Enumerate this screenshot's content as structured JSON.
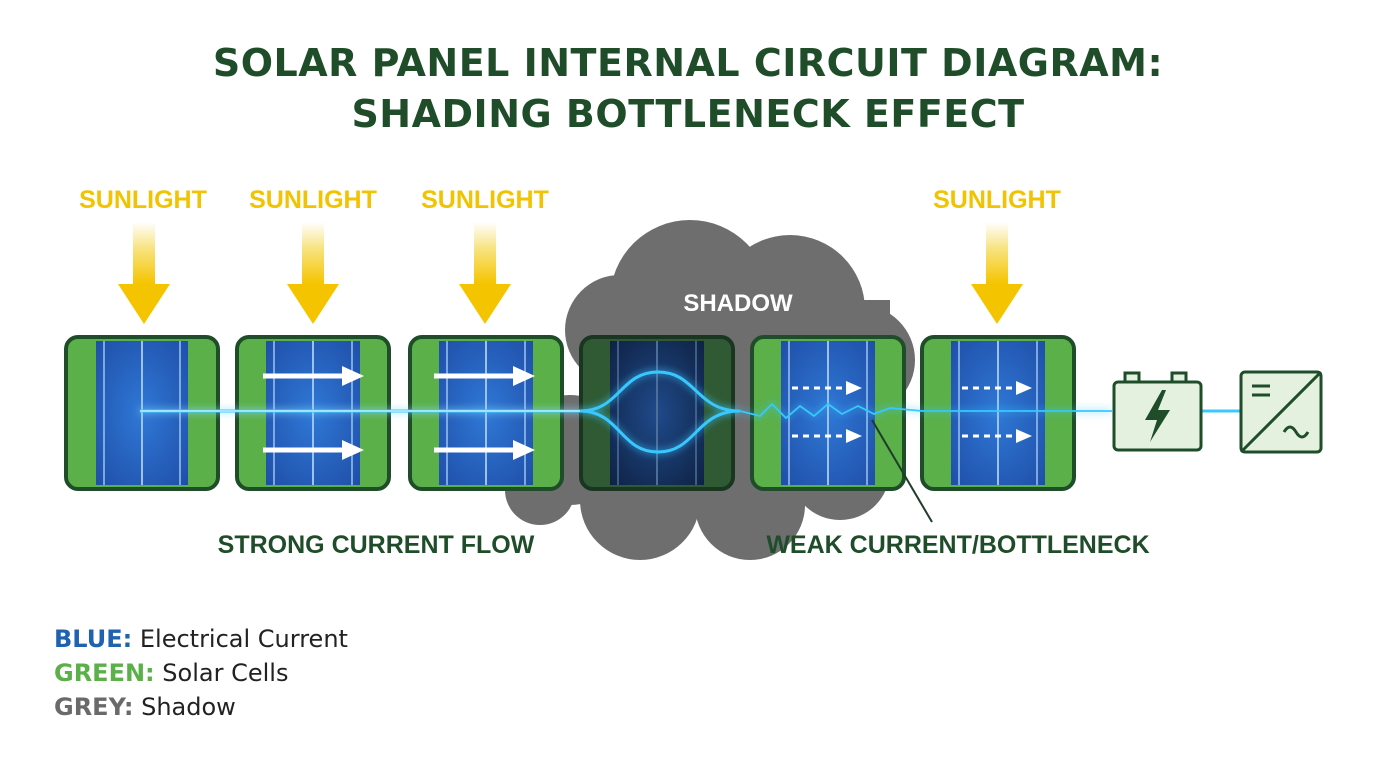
{
  "title": {
    "line1": "SOLAR PANEL INTERNAL CIRCUIT DIAGRAM:",
    "line2": "SHADING BOTTLENECK EFFECT"
  },
  "labels": {
    "sunlight": "SUNLIGHT",
    "shadow": "SHADOW",
    "strong_flow": "STRONG CURRENT FLOW",
    "weak_flow": "WEAK CURRENT/BOTTLENECK"
  },
  "legend": [
    {
      "key": "BLUE:",
      "text": "Electrical Current",
      "color": "#1f63b0"
    },
    {
      "key": "GREEN:",
      "text": "Solar Cells",
      "color": "#5bb04a"
    },
    {
      "key": "GREY:",
      "text": "Shadow",
      "color": "#6a6a6a"
    }
  ],
  "colors": {
    "title": "#1f4d2a",
    "sun": "#f5c400",
    "cell_frame": "#1f4d2a",
    "cell_green": "#5bb04a",
    "cell_blue": "#2a64bf",
    "shadow": "#6e6e6e",
    "current": "#39c8ff",
    "label": "#1f4d2a"
  },
  "icons": [
    "battery-icon",
    "lightning-icon",
    "inverter-icon"
  ]
}
